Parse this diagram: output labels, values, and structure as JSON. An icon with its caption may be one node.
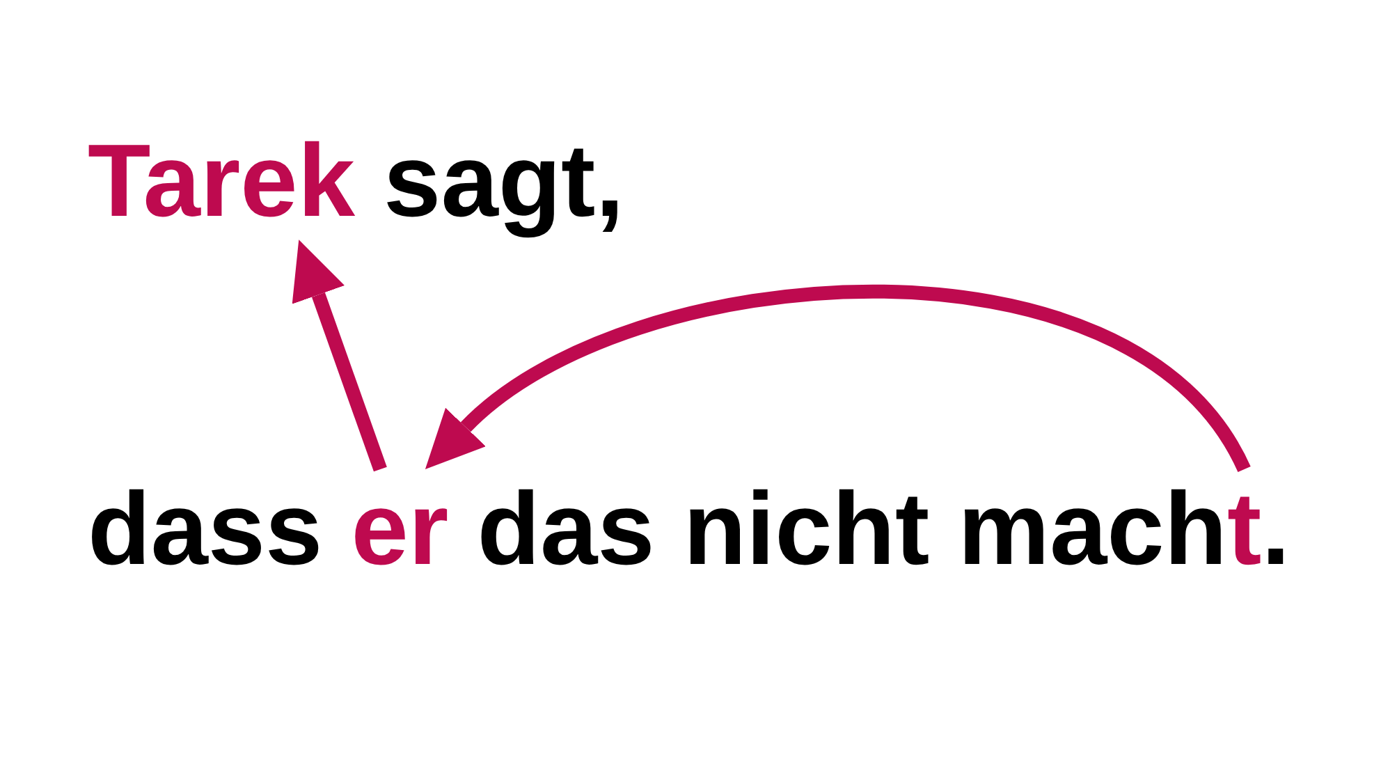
{
  "diagram": {
    "nodes": [
      {
        "text": [
          "Tarek"
        ]
      },
      {
        "text": [
          "er"
        ]
      },
      {
        "text": [
          "t"
        ]
      }
    ],
    "edges": [
      {
        "from": 1,
        "to": 0,
        "arrow": "to"
      },
      {
        "from": 2,
        "to": 1,
        "arrow": "to"
      }
    ],
    "labels": [
      "sagt,",
      "dass",
      "das nicht mach",
      "."
    ]
  }
}
